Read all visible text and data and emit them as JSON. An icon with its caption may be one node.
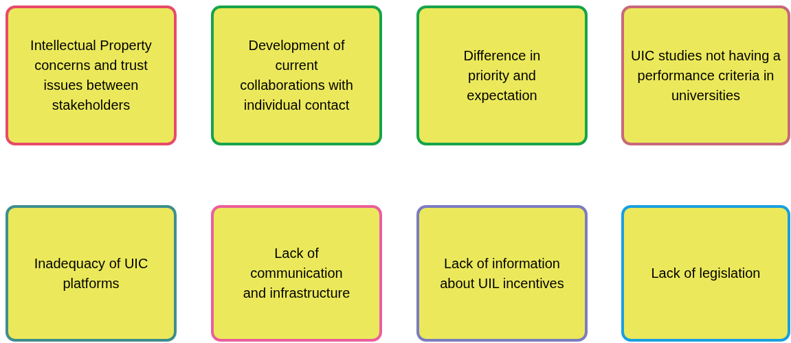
{
  "diagram": {
    "nodes": [
      {
        "text": [
          "Intellectual Property concerns and trust issues between stakeholders"
        ]
      },
      {
        "text": [
          "Development of current collaborations with individual contact"
        ]
      },
      {
        "text": [
          "Difference in priority and expectation"
        ]
      },
      {
        "text": [
          "UIC studies not having a performance criteria in universities"
        ]
      },
      {
        "text": [
          "Inadequacy of UIC platforms"
        ]
      },
      {
        "text": [
          "Lack of communication and infrastructure"
        ]
      },
      {
        "text": [
          "Lack of information about UIL incentives"
        ]
      },
      {
        "text": [
          "Lack of legislation"
        ]
      }
    ]
  }
}
